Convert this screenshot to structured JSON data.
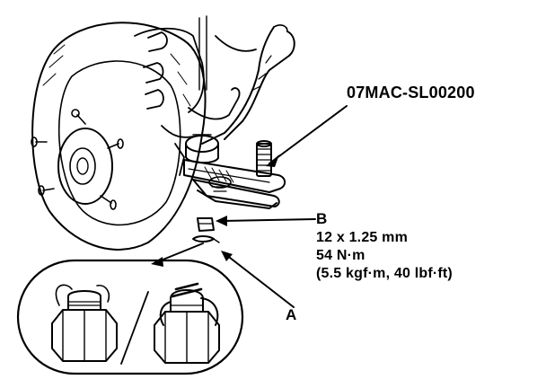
{
  "labels": {
    "tool": "07MAC-SL00200",
    "b": "B",
    "a": "A"
  },
  "spec": {
    "size": "12 x 1.25 mm",
    "torque_nm": "54 N·m",
    "torque_alt": "(5.5 kgf·m, 40 lbf·ft)"
  },
  "colors": {
    "ink": "#000000",
    "paper": "#ffffff"
  }
}
